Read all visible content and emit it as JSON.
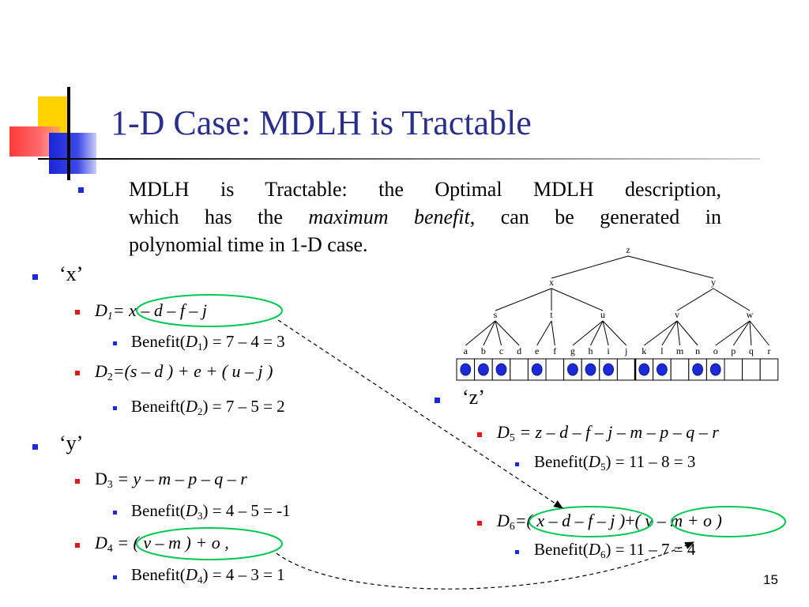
{
  "slide": {
    "title": "1-D Case: MDLH is Tractable",
    "page_number": "15"
  },
  "intro": {
    "line1": "MDLH is Tractable: the Optimal MDLH description,",
    "line2_a": "which has the ",
    "line2_em": "maximum benefit",
    "line2_b": ", can be generated in",
    "line3": "polynomial time in 1-D case."
  },
  "left": {
    "x_heading": "‘x’",
    "d1_D": "D",
    "d1_sub": "1",
    "d1_expr": "= x – d – f – j",
    "b1_pre": "Benefit(",
    "b1_D": "D",
    "b1_sub": "1",
    "b1_post": ") = 7 – 4 = 3",
    "d2_D": "D",
    "d2_sub": "2",
    "d2_expr": "=(s – d ) + e + ( u – j )",
    "b2_pre": "Beneift(",
    "b2_D": "D",
    "b2_sub": "2",
    "b2_post": ") = 7 – 5 = 2",
    "y_heading": "‘y’",
    "d3_D": "D",
    "d3_sub": "3",
    "d3_expr": " = y – m – p – q – r",
    "b3_pre": "Benefit(",
    "b3_D": "D",
    "b3_sub": "3",
    "b3_post": ") = 4 – 5  =  -1",
    "d4_D": "D",
    "d4_sub": "4",
    "d4_expr": " = ( v – m ) + o ,",
    "b4_pre": "Benefit(",
    "b4_D": "D",
    "b4_sub": "4",
    "b4_post": ") = 4 – 3 = 1"
  },
  "right": {
    "z_heading": "‘z’",
    "d5_D": "D",
    "d5_sub": "5",
    "d5_expr": " = z – d – f – j – m – p – q – r",
    "b5_pre": "Benefit(",
    "b5_D": "D",
    "b5_sub": "5",
    "b5_post": ") =  11 – 8 = 3",
    "d6_D": "D",
    "d6_sub": "6",
    "d6_expr_a": "=( x – d – f – j )",
    "d6_plus": "+",
    "d6_expr_b": "( v – m + o )",
    "b6_pre": "Benefit(",
    "b6_D": "D",
    "b6_sub": "6",
    "b6_post": ") = 11 – 7 = 4"
  },
  "tree": {
    "nodes": [
      "z",
      "x",
      "y",
      "s",
      "t",
      "u",
      "v",
      "w"
    ],
    "leaves": [
      "a",
      "b",
      "c",
      "d",
      "e",
      "f",
      "g",
      "h",
      "i",
      "j",
      "k",
      "l",
      "m",
      "n",
      "o",
      "p",
      "q",
      "r"
    ],
    "filled_leaves": [
      "a",
      "b",
      "c",
      "e",
      "g",
      "h",
      "i",
      "k",
      "l",
      "n",
      "o"
    ],
    "node_color": "#1b2ad8",
    "highlight_color": "#00c853"
  },
  "colors": {
    "title": "#2b2f8c",
    "bullet_blue": "#1b2ad8",
    "bullet_red": "#e01818"
  }
}
